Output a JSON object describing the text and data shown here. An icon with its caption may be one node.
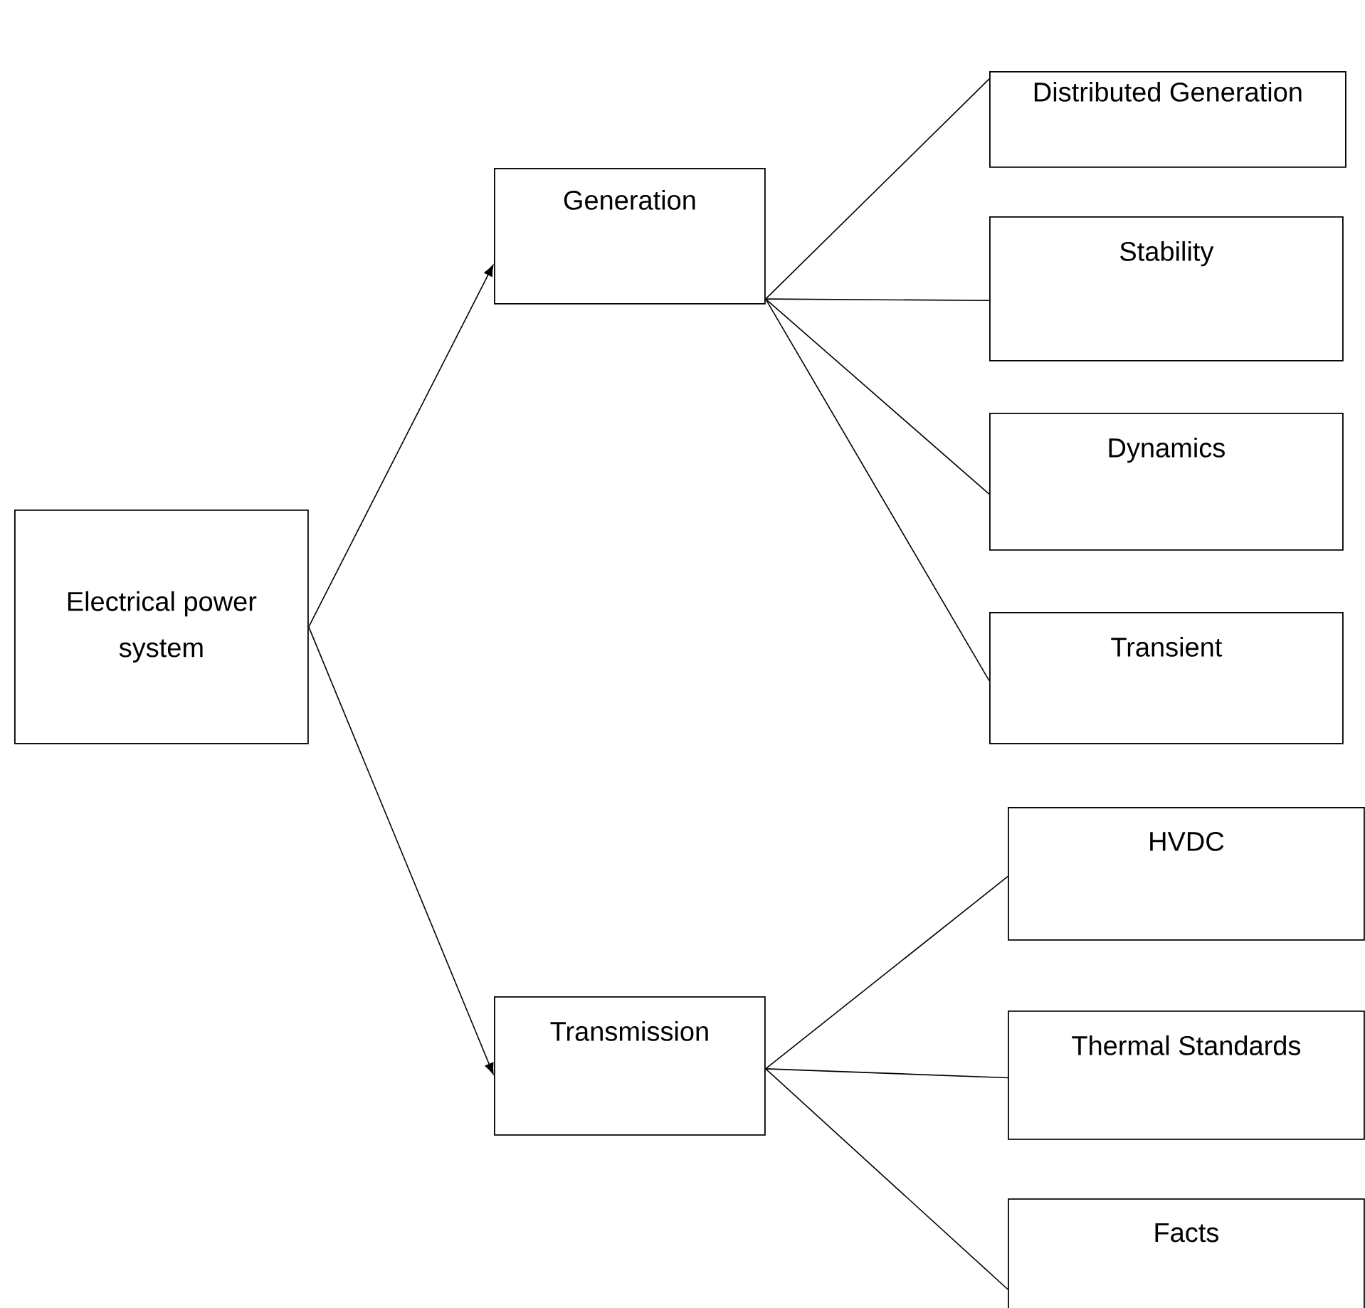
{
  "diagram": {
    "nodes": [
      {
        "text": [
          "Electrical power system"
        ]
      },
      {
        "text": [
          "Generation"
        ]
      },
      {
        "text": [
          "Transmission"
        ]
      },
      {
        "text": [
          "Distributed Generation"
        ]
      },
      {
        "text": [
          "Stability"
        ]
      },
      {
        "text": [
          "Dynamics"
        ]
      },
      {
        "text": [
          "Transient"
        ]
      },
      {
        "text": [
          "HVDC"
        ]
      },
      {
        "text": [
          "Thermal Standards"
        ]
      },
      {
        "text": [
          "Facts"
        ]
      }
    ],
    "edges": [
      {
        "from": 0,
        "to": 1,
        "arrow": "to"
      },
      {
        "from": 0,
        "to": 2,
        "arrow": "to"
      },
      {
        "from": 1,
        "to": 3,
        "arrow": "none"
      },
      {
        "from": 1,
        "to": 4,
        "arrow": "none"
      },
      {
        "from": 1,
        "to": 5,
        "arrow": "none"
      },
      {
        "from": 1,
        "to": 6,
        "arrow": "none"
      },
      {
        "from": 2,
        "to": 7,
        "arrow": "none"
      },
      {
        "from": 2,
        "to": 8,
        "arrow": "none"
      },
      {
        "from": 2,
        "to": 9,
        "arrow": "none"
      }
    ]
  }
}
